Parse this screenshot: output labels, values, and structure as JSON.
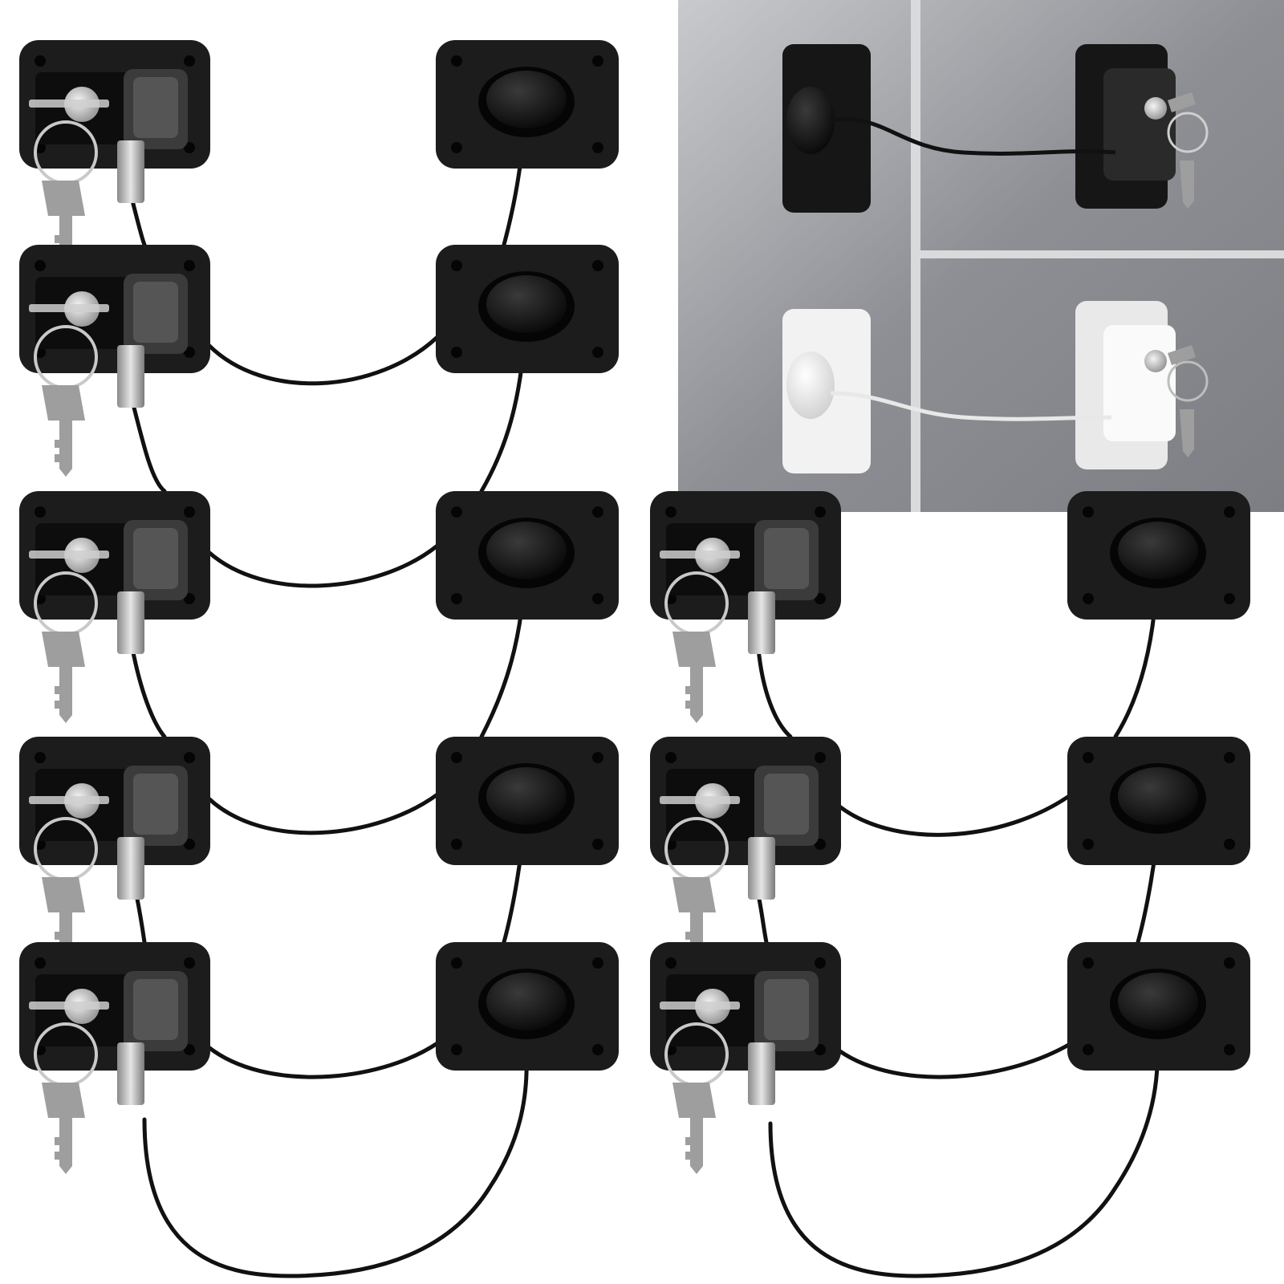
{
  "scene": {
    "product": "cable-lock",
    "background_color": "#ffffff",
    "plate_color": "#1c1c1c",
    "cable_color": "#111111",
    "metal_color": "#bdbdbd",
    "key_color": "#9e9e9e",
    "white_lock_color": "#f2f2f2",
    "door_color": "#8f9196"
  },
  "lock_sets": [
    {
      "id": "set-1",
      "column": "left",
      "style": "black"
    },
    {
      "id": "set-2",
      "column": "left",
      "style": "black"
    },
    {
      "id": "set-3",
      "column": "left",
      "style": "black"
    },
    {
      "id": "set-4",
      "column": "left",
      "style": "black"
    },
    {
      "id": "set-5",
      "column": "left",
      "style": "black"
    },
    {
      "id": "set-6",
      "column": "right",
      "style": "black"
    },
    {
      "id": "set-7",
      "column": "right",
      "style": "black"
    },
    {
      "id": "set-8",
      "column": "right",
      "style": "black"
    }
  ],
  "inset_photo": {
    "subject": "fridge-doors-with-installed-locks",
    "variants": [
      "black",
      "white"
    ]
  }
}
